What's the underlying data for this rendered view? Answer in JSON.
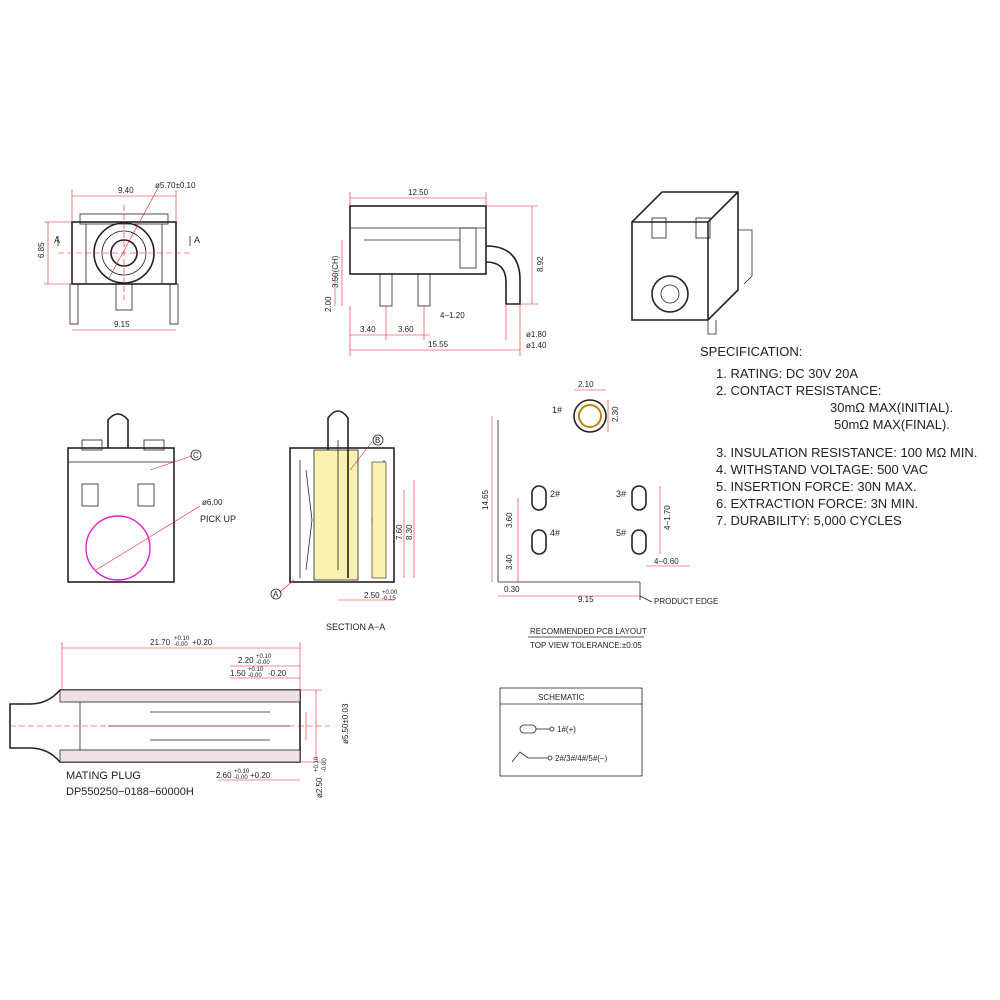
{
  "front_view": {
    "dim_width_top": "9.40",
    "dim_hole": "ø5.70±0.10",
    "dim_height": "6.85",
    "dim_width_bottom": "9.15",
    "section_mark": "A"
  },
  "side_view": {
    "dim_length": "12.50",
    "dim_height": "8.92",
    "dim_ch": "3.50(CH)",
    "dim_200": "2.00",
    "dim_340": "3.40",
    "dim_360": "3.60",
    "dim_pin": "4−1.20",
    "dim_total": "15.55",
    "dim_d180": "ø1.80",
    "dim_d140": "ø1.40"
  },
  "specification": {
    "heading": "SPECIFICATION:",
    "lines": [
      "1.  RATING:  DC  30V  20A",
      "2.  CONTACT  RESISTANCE:",
      "30mΩ  MAX(INITIAL).",
      "50mΩ  MAX(FINAL).",
      "3.  INSULATION  RESISTANCE:  100  MΩ  MIN.",
      "4.  WITHSTAND  VOLTAGE:  500  VAC",
      "5.  INSERTION  FORCE:  30N  MAX.",
      "6.  EXTRACTION  FORCE:  3N  MIN.",
      "7.  DURABILITY:  5,000  CYCLES"
    ]
  },
  "pickup_view": {
    "dim_circle": "ø6.00",
    "label": "PICK  UP",
    "balloon": "C"
  },
  "section_view": {
    "balloon_b": "B",
    "balloon_a": "A",
    "dim_760": "7.60",
    "dim_830": "8.30",
    "dim_250": "2.50",
    "tol_250_upper": "+0.00",
    "tol_250_lower": "-0.15",
    "title": "SECTION  A−A"
  },
  "pcb_layout": {
    "pin1": "1#",
    "pin2": "2#",
    "pin3": "3#",
    "pin4": "4#",
    "pin5": "5#",
    "dim_210": "2.10",
    "dim_230": "2.30",
    "dim_1465": "14.65",
    "dim_360": "3.60",
    "dim_340": "3.40",
    "dim_030": "0.30",
    "dim_915": "9.15",
    "dim_4_170": "4−1.70",
    "dim_4_060": "4−0.60",
    "edge_label": "PRODUCT  EDGE",
    "title": "RECOMMENDED  PCB  LAYOUT",
    "subtitle": "TOP  VIEW  TOLERANCE:±0.05"
  },
  "mating_plug": {
    "dim_2170": "21.70",
    "tol_2170_upper": "+0.10",
    "tol_2170_lower": "-0.00",
    "tol_2170_extra": "+0.20",
    "dim_220": "2.20",
    "tol_220_upper": "+0.10",
    "tol_220_lower": "-0.00",
    "dim_150": "1.50",
    "tol_150_upper": "+0.10",
    "tol_150_lower": "-0.00",
    "tol_150_extra": "-0.20",
    "dim_d550": "ø5.50±0.03",
    "dim_260": "2.60",
    "tol_260_upper": "+0.10",
    "tol_260_lower": "-0.00",
    "tol_260_extra": "+0.20",
    "dim_d250": "ø2.50",
    "tol_d250_upper": "+0.10",
    "tol_d250_lower": "-0.00",
    "label": "MATING  PLUG",
    "part_no": "DP550250−0188−60000H"
  },
  "schematic": {
    "title": "SCHEMATIC",
    "pin_positive": "1#(+)",
    "pin_negative": "2#/3#/4#/5#(−)"
  },
  "colors": {
    "line": "#222222",
    "dimension": "#e0202a",
    "contact_fill": "#fbf1b0",
    "pickup_circle": "#e020d0"
  }
}
